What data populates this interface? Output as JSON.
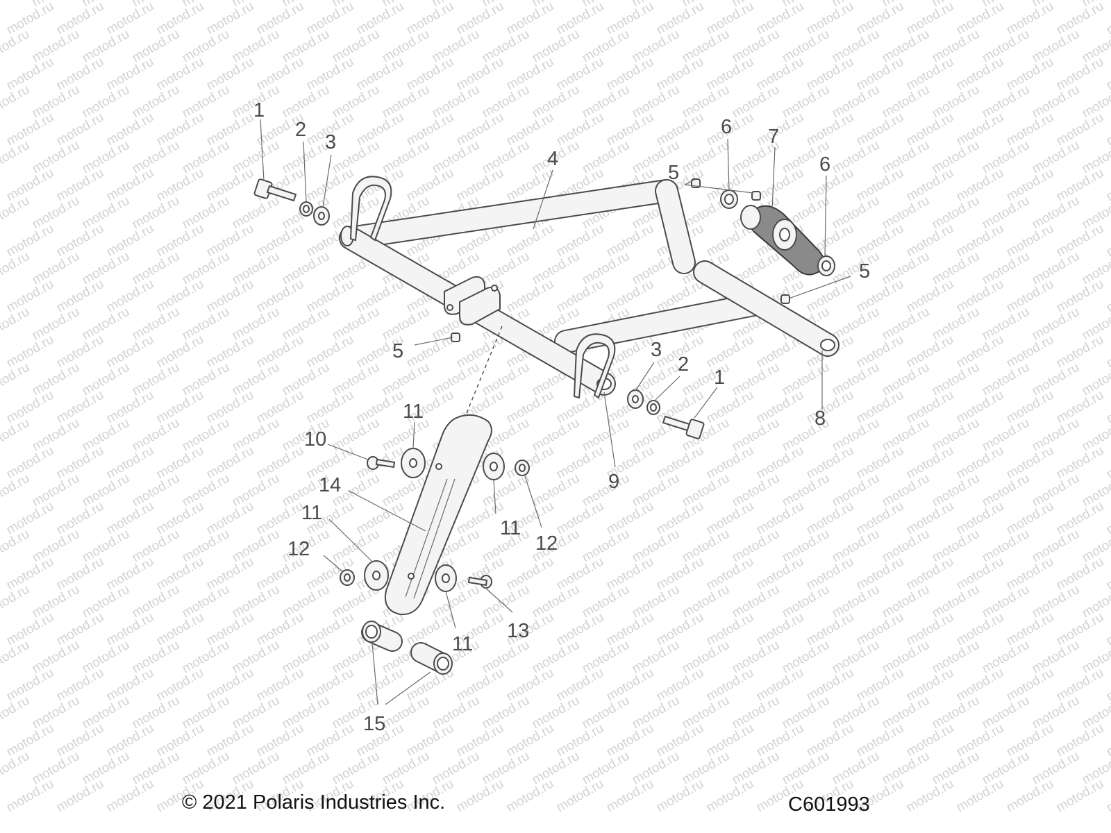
{
  "watermark": "motod.ru",
  "footer": {
    "copyright": "© 2021 Polaris Industries Inc.",
    "diagram_code": "C601993"
  },
  "callouts": [
    {
      "id": "c1a",
      "label": "1"
    },
    {
      "id": "c2a",
      "label": "2"
    },
    {
      "id": "c3a",
      "label": "3"
    },
    {
      "id": "c4",
      "label": "4"
    },
    {
      "id": "c5a",
      "label": "5"
    },
    {
      "id": "c6a",
      "label": "6"
    },
    {
      "id": "c7",
      "label": "7"
    },
    {
      "id": "c6b",
      "label": "6"
    },
    {
      "id": "c5b",
      "label": "5"
    },
    {
      "id": "c5c",
      "label": "5"
    },
    {
      "id": "c3b",
      "label": "3"
    },
    {
      "id": "c2b",
      "label": "2"
    },
    {
      "id": "c1b",
      "label": "1"
    },
    {
      "id": "c8",
      "label": "8"
    },
    {
      "id": "c9",
      "label": "9"
    },
    {
      "id": "c11a",
      "label": "11"
    },
    {
      "id": "c10",
      "label": "10"
    },
    {
      "id": "c14",
      "label": "14"
    },
    {
      "id": "c11b",
      "label": "11"
    },
    {
      "id": "c12a",
      "label": "12"
    },
    {
      "id": "c11c",
      "label": "11"
    },
    {
      "id": "c12b",
      "label": "12"
    },
    {
      "id": "c11d",
      "label": "11"
    },
    {
      "id": "c13",
      "label": "13"
    },
    {
      "id": "c15",
      "label": "15"
    }
  ]
}
